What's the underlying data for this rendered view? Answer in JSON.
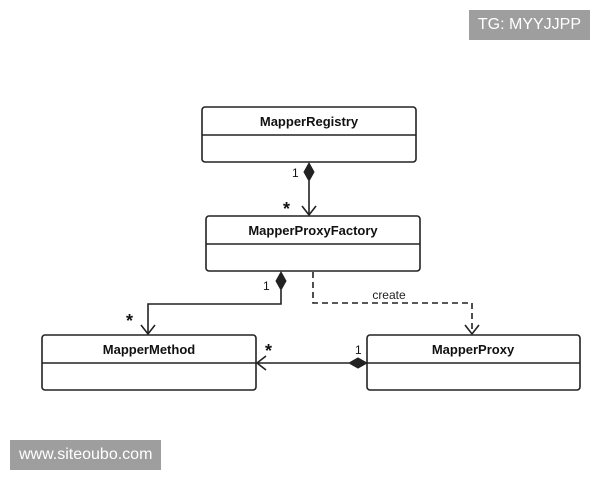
{
  "watermarks": {
    "top": "TG: MYYJJPP",
    "bottom": "www.siteoubo.com"
  },
  "classes": {
    "registry": "MapperRegistry",
    "factory": "MapperProxyFactory",
    "method": "MapperMethod",
    "proxy": "MapperProxy"
  },
  "relations": {
    "registry_factory": {
      "source_mult": "1",
      "target_mult": "*"
    },
    "factory_method": {
      "source_mult": "1",
      "target_mult": "*"
    },
    "factory_proxy": {
      "label": "create"
    },
    "proxy_method": {
      "source_mult": "1",
      "target_mult": "*"
    }
  }
}
